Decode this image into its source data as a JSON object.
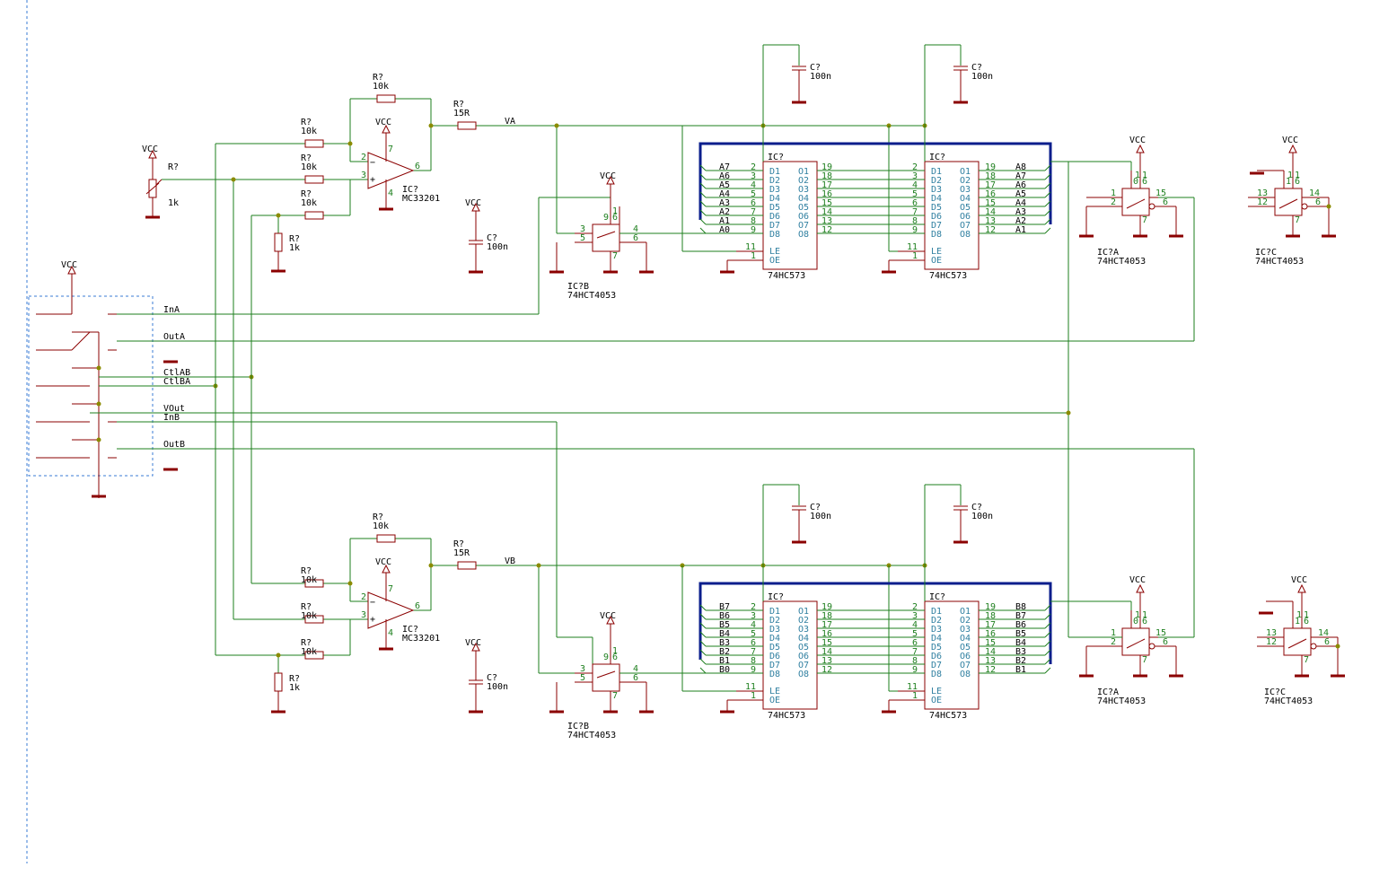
{
  "schematic": {
    "power_label": "VCC",
    "nets": {
      "va": "VA",
      "vb": "VB",
      "connector": [
        "InA",
        "OutA",
        "CtlAB",
        "CtlBA",
        "VOut",
        "InB",
        "OutB"
      ]
    },
    "components": {
      "resistor_ref": "R?",
      "resistor_10k": "10k",
      "resistor_1k": "1k",
      "resistor_15r": "15R",
      "capacitor_ref": "C?",
      "capacitor_value": "100n",
      "ic_ref": "IC?",
      "opamp_ref": "IC?",
      "opamp_part": "MC33201",
      "latch_part": "74HC573",
      "mux_ref_a": "IC?A",
      "mux_ref_b": "IC?B",
      "mux_ref_c": "IC?C",
      "mux_part": "74HCT4053"
    },
    "latch_inputs": [
      "D1",
      "D2",
      "D3",
      "D4",
      "D5",
      "D6",
      "D7",
      "D8"
    ],
    "latch_outputs": [
      "O1",
      "O2",
      "O3",
      "O4",
      "O5",
      "O6",
      "O7",
      "O8"
    ],
    "latch_in_pins": [
      "2",
      "3",
      "4",
      "5",
      "6",
      "7",
      "8",
      "9"
    ],
    "latch_out_pins": [
      "19",
      "18",
      "17",
      "16",
      "15",
      "14",
      "13",
      "12"
    ],
    "latch_le": "LE",
    "latch_oe": "OE",
    "bus_a_left": [
      "A7",
      "A6",
      "A5",
      "A4",
      "A3",
      "A2",
      "A1",
      "A0"
    ],
    "bus_a_right": [
      "A8",
      "A7",
      "A6",
      "A5",
      "A4",
      "A3",
      "A2",
      "A1"
    ],
    "bus_b_left": [
      "B7",
      "B6",
      "B5",
      "B4",
      "B3",
      "B2",
      "B1",
      "B0"
    ],
    "bus_b_right": [
      "B8",
      "B7",
      "B6",
      "B5",
      "B4",
      "B3",
      "B2",
      "B1"
    ]
  }
}
